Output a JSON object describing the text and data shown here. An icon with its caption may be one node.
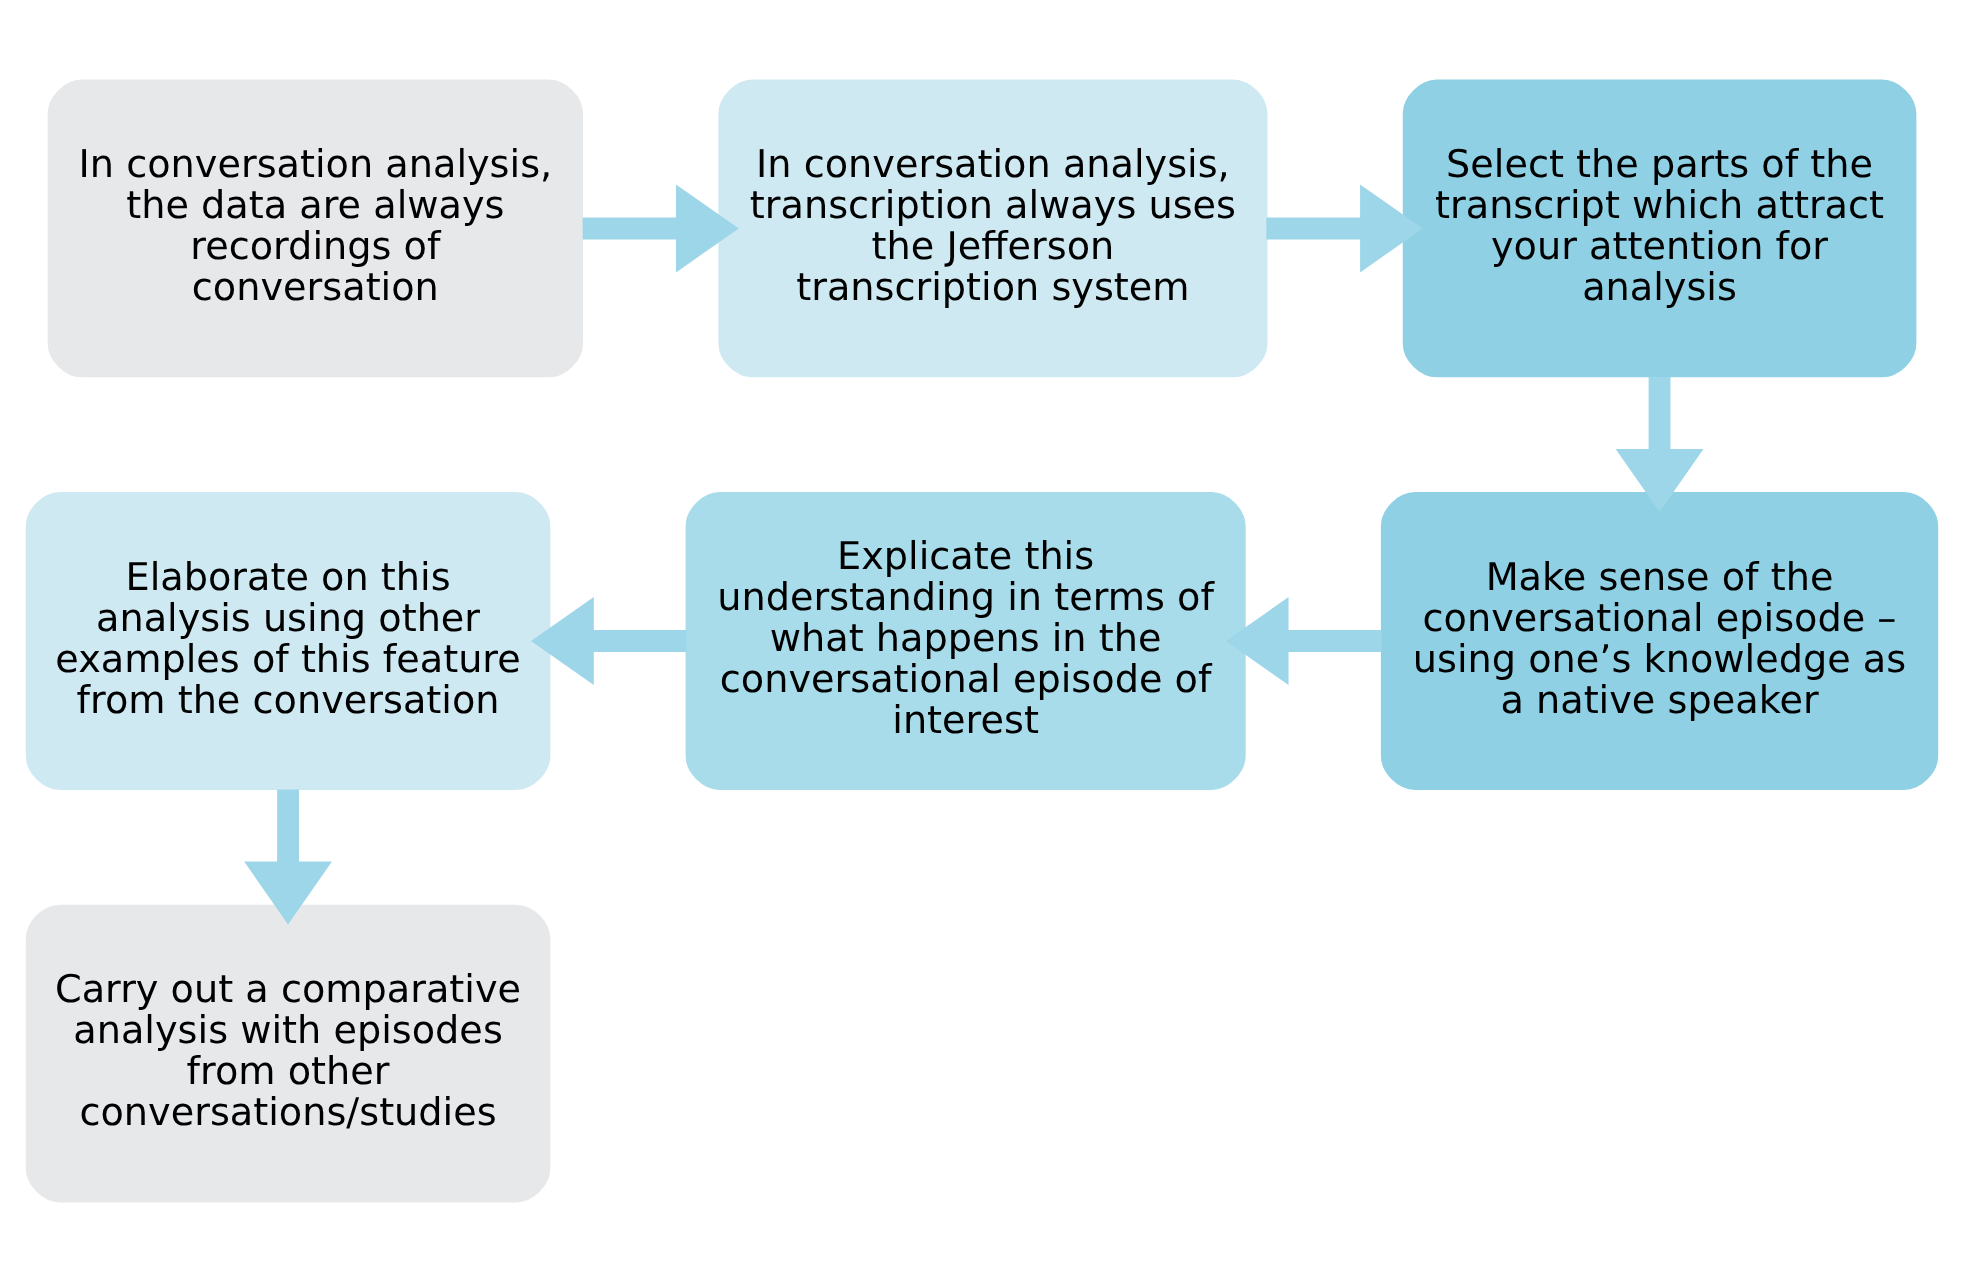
{
  "diagram": {
    "nodes": [
      {
        "text": [
          "In conversation analysis, the data are always recordings of conversation"
        ]
      },
      {
        "text": [
          "In conversation analysis, transcription always uses the Jefferson transcription system"
        ]
      },
      {
        "text": [
          "Select the parts of the transcript which attract your attention for analysis"
        ]
      },
      {
        "text": [
          "Make sense of the conversational episode – using one’s knowledge as a native speaker"
        ]
      },
      {
        "text": [
          "Explicate this understanding in terms of what happens in the conversational episode of interest"
        ]
      },
      {
        "text": [
          "Elaborate on this analysis using other examples of this feature from the conversation"
        ]
      },
      {
        "text": [
          "Carry out a comparative analysis with episodes from other conversations/studies"
        ]
      }
    ],
    "edges": [
      {
        "from": 0,
        "to": 1,
        "arrow": "to"
      },
      {
        "from": 1,
        "to": 2,
        "arrow": "to"
      },
      {
        "from": 2,
        "to": 3,
        "arrow": "to"
      },
      {
        "from": 3,
        "to": 4,
        "arrow": "to"
      },
      {
        "from": 4,
        "to": 5,
        "arrow": "to"
      },
      {
        "from": 5,
        "to": 6,
        "arrow": "to"
      }
    ]
  }
}
